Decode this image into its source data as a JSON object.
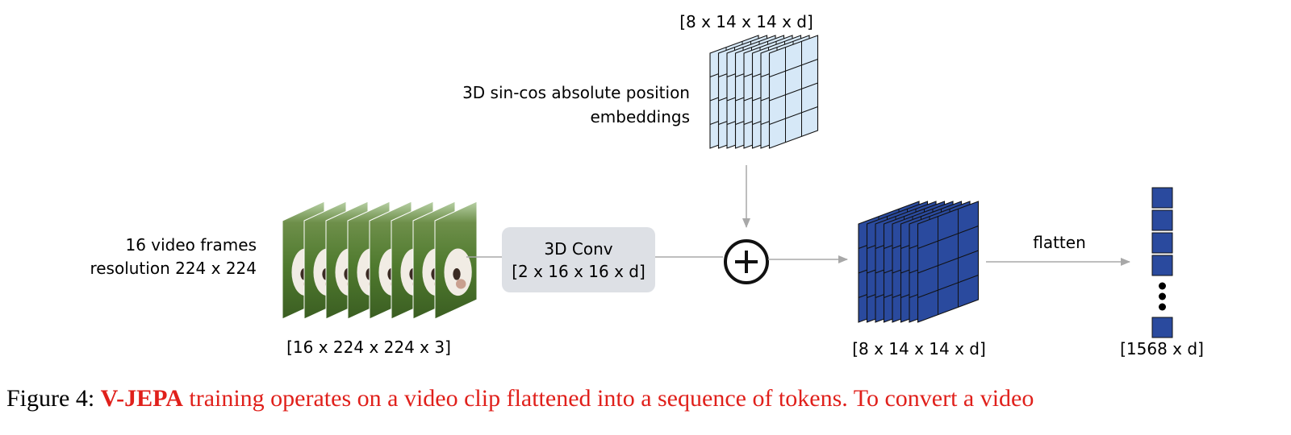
{
  "diagram": {
    "input_label_line1": "16 video frames",
    "input_label_line2": "resolution 224 x 224",
    "input_shape": "[16 x 224 x 224 x 3]",
    "conv_title": "3D Conv",
    "conv_shape": "[2 x 16 x 16 x d]",
    "pos_emb_line1": "3D sin-cos absolute position",
    "pos_emb_line2": "embeddings",
    "pos_emb_shape": "[8 x 14 x 14 x d]",
    "plus_symbol": "+",
    "tokens_shape": "[8 x 14 x 14 x d]",
    "flatten_label": "flatten",
    "sequence_shape": "[1568 x d]",
    "colors": {
      "token_blue": "#2a4a9e",
      "embedding_blue": "#d6e8f7",
      "conv_box": "#dde0e5",
      "arrow_gray": "#a8a8a8"
    }
  },
  "caption": {
    "prefix": "Figure 4:",
    "name": "V-JEPA",
    "text": "training operates on a video clip flattened into a sequence of tokens. To convert a video"
  }
}
